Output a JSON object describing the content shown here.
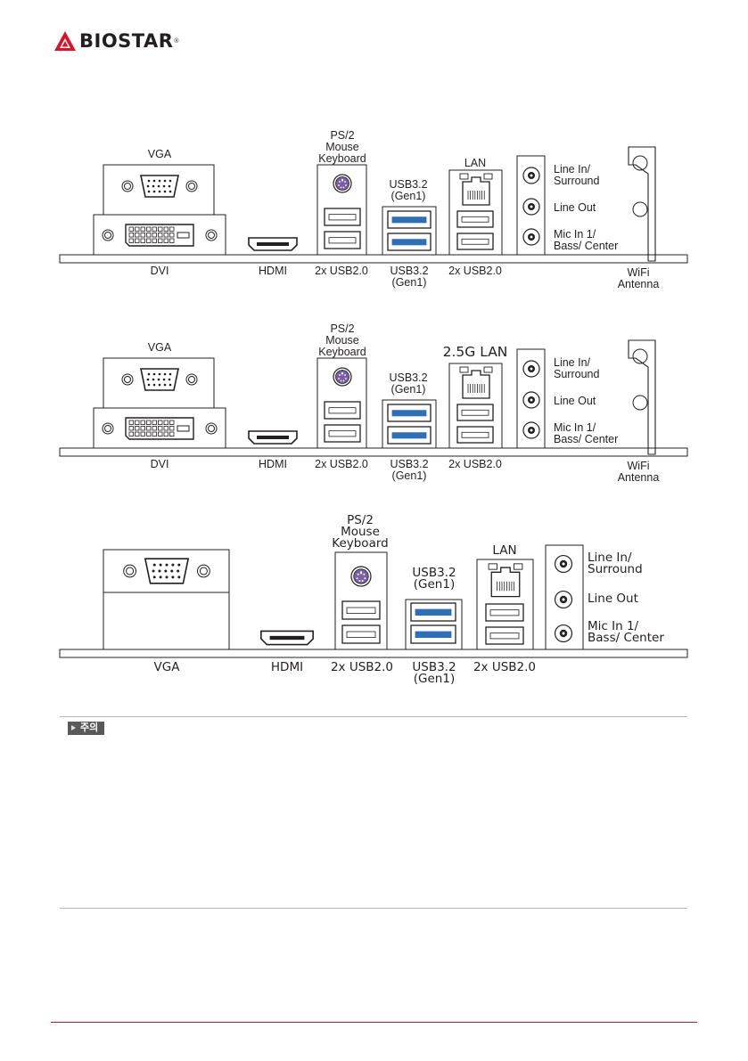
{
  "header": {
    "brand": "BIOSTAR",
    "reg": "®",
    "brand_color": "#d6152d"
  },
  "panel1": {
    "vga": "VGA",
    "ps2": "PS/2\nMouse\nKeyboard",
    "usb32_top": "USB3.2\n(Gen1)",
    "lan": "LAN",
    "line_in": "Line In/\nSurround",
    "line_out": "Line Out",
    "mic_in": "Mic In 1/\nBass/ Center",
    "bottom": {
      "dvi": "DVI",
      "hdmi": "HDMI",
      "usb20_a": "2x USB2.0",
      "usb32": "USB3.2\n(Gen1)",
      "usb20_b": "2x USB2.0",
      "wifi": "WiFi\nAntenna"
    }
  },
  "panel2": {
    "vga": "VGA",
    "ps2": "PS/2\nMouse\nKeyboard",
    "usb32_top": "USB3.2\n(Gen1)",
    "lan": "2.5G LAN",
    "line_in": "Line In/\nSurround",
    "line_out": "Line Out",
    "mic_in": "Mic In 1/\nBass/ Center",
    "bottom": {
      "dvi": "DVI",
      "hdmi": "HDMI",
      "usb20_a": "2x USB2.0",
      "usb32": "USB3.2\n(Gen1)",
      "usb20_b": "2x USB2.0",
      "wifi": "WiFi\nAntenna"
    }
  },
  "panel3": {
    "ps2": "PS/2\nMouse\nKeyboard",
    "usb32_top": "USB3.2\n(Gen1)",
    "lan": "LAN",
    "line_in": "Line In/\nSurround",
    "line_out": "Line Out",
    "mic_in": "Mic In 1/\nBass/ Center",
    "bottom": {
      "vga": "VGA",
      "hdmi": "HDMI",
      "usb20_a": "2x USB2.0",
      "usb32": "USB3.2\n(Gen1)",
      "usb20_b": "2x USB2.0"
    }
  },
  "caution": {
    "label": "주의"
  },
  "colors": {
    "usb3_blue": "#2e6fb5",
    "ps2_purple": "#7b5fa8",
    "footer_red": "#c8102e"
  }
}
